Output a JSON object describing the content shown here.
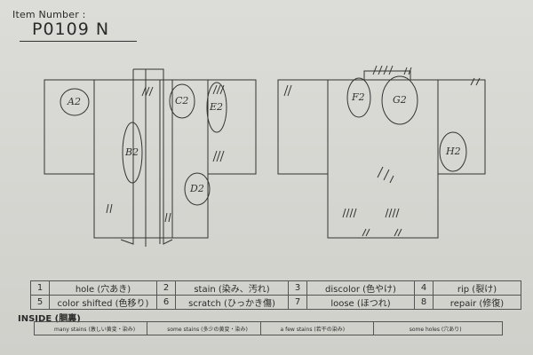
{
  "header": {
    "item_number_label": "Item Number :",
    "item_number": "P0109 N"
  },
  "markers": {
    "front": [
      "A2",
      "B2",
      "C2",
      "E2",
      "D2"
    ],
    "back": [
      "F2",
      "G2",
      "H2"
    ]
  },
  "defects": [
    {
      "num": "1",
      "label": "hole (穴あき)"
    },
    {
      "num": "2",
      "label": "stain (染み、汚れ)"
    },
    {
      "num": "3",
      "label": "discolor (色やけ)"
    },
    {
      "num": "4",
      "label": "rip (裂け)"
    },
    {
      "num": "5",
      "label": "color shifted (色移り)"
    },
    {
      "num": "6",
      "label": "scratch (ひっかき傷)"
    },
    {
      "num": "7",
      "label": "loose (ほつれ)"
    },
    {
      "num": "8",
      "label": "repair (修復)"
    }
  ],
  "inside": {
    "title": "INSIDE (胴裏)",
    "cells": [
      "many stains (激しい黄変・染み)",
      "some stains (多少の黄変・染み)",
      "a few stains (若干の染み)",
      "some holes (穴あり)"
    ]
  }
}
